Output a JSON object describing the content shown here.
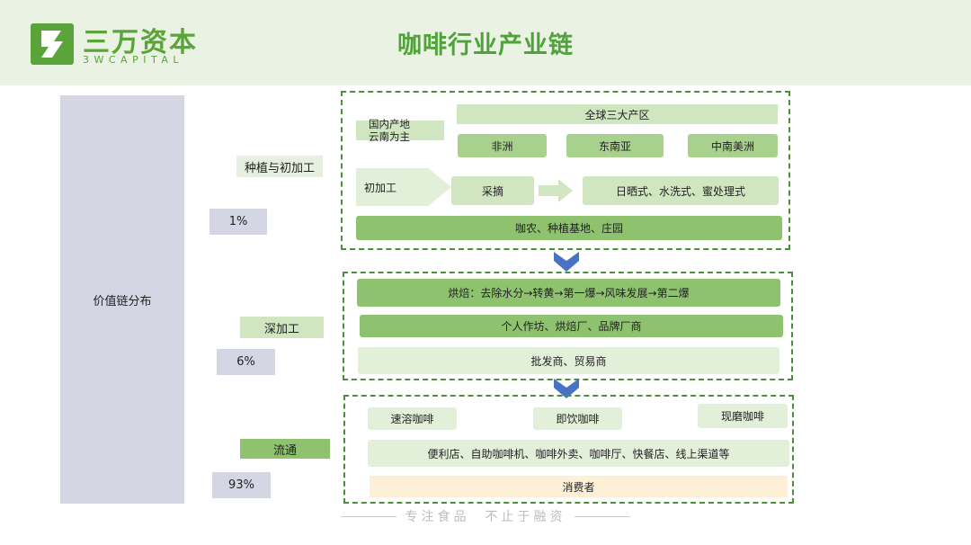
{
  "header": {
    "logo_cn": "三万资本",
    "logo_en": "3WCAPITAL",
    "title": "咖啡行业产业链"
  },
  "value_chain": {
    "label": "价值链分布"
  },
  "stages": [
    {
      "name": "种植与初加工",
      "pct": "1%"
    },
    {
      "name": "深加工",
      "pct": "6%"
    },
    {
      "name": "流通",
      "pct": "93%"
    }
  ],
  "section1": {
    "origin": "国内产地\n云南为主",
    "global": "全球三大产区",
    "regions": [
      "非洲",
      "东南亚",
      "中南美洲"
    ],
    "initial": "初加工",
    "picking": "采摘",
    "methods": "日晒式、水洗式、蜜处理式",
    "farms": "咖农、种植基地、庄园"
  },
  "section2": {
    "roasting": "烘焙：去除水分→转黄→第一爆→风味发展→第二爆",
    "roasters": "个人作坊、烘焙厂、品牌厂商",
    "traders": "批发商、贸易商"
  },
  "section3": {
    "products": [
      "速溶咖啡",
      "即饮咖啡",
      "现磨咖啡"
    ],
    "channels": "便利店、自助咖啡机、咖啡外卖、咖啡厅、快餐店、线上渠道等",
    "consumer": "消费者"
  },
  "footer": {
    "slogan": "专注食品  不止于融资"
  },
  "colors": {
    "brand_green": "#5aa43a",
    "arrow_blue": "#4a72c4",
    "dashed_border": "#4b8f3a"
  }
}
